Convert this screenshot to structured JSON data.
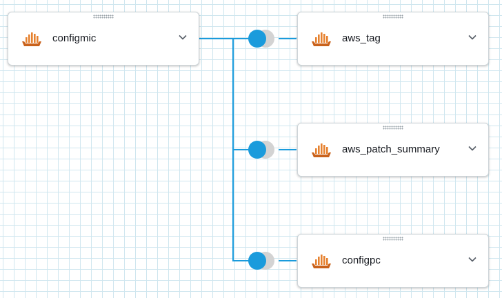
{
  "canvas": {
    "grid_color": "#cfe6ef",
    "connector_color": "#1a9bdc",
    "join_active_color": "#1a9bdc",
    "join_inactive_color": "#d3d3d3",
    "icon_color": "#e6812f"
  },
  "nodes": [
    {
      "label": "configmic",
      "icon": "bar-chart-icon",
      "menu_icon": "chevron-down-icon"
    },
    {
      "label": "aws_tag",
      "icon": "bar-chart-icon",
      "menu_icon": "chevron-down-icon"
    },
    {
      "label": "aws_patch_summary",
      "icon": "bar-chart-icon",
      "menu_icon": "chevron-down-icon"
    },
    {
      "label": "configpc",
      "icon": "bar-chart-icon",
      "menu_icon": "chevron-down-icon"
    }
  ]
}
